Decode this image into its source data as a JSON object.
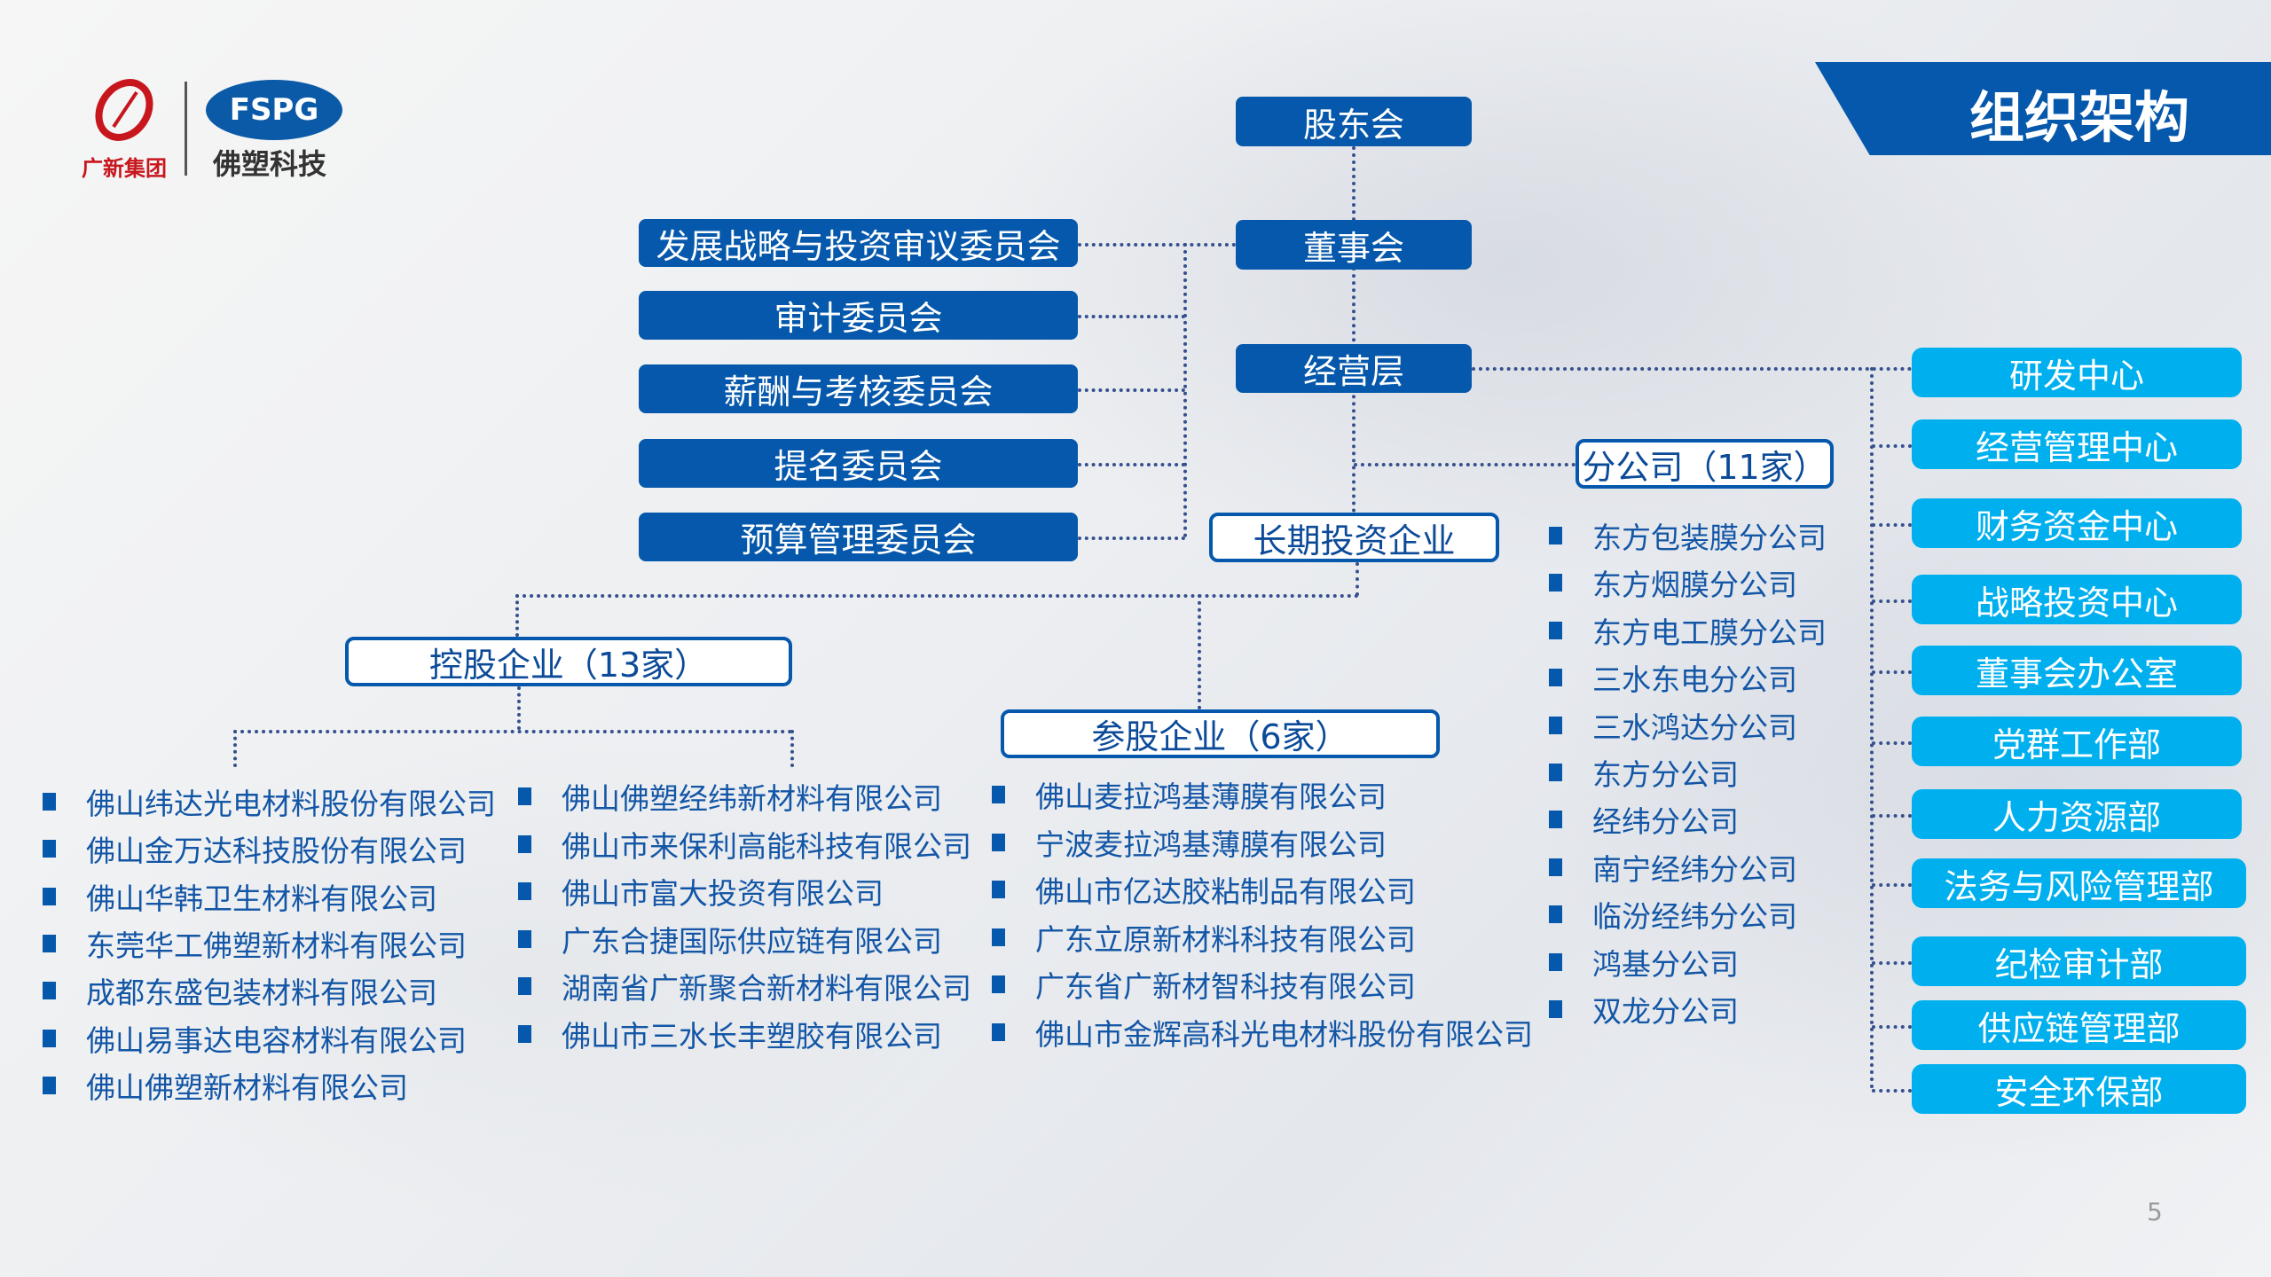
{
  "logo": {
    "group_name": "广新集团",
    "brand_abbr": "FSPG",
    "brand_name": "佛塑科技"
  },
  "title": "组织架构",
  "page_number": "5",
  "top": {
    "shareholders": "股东会",
    "board": "董事会",
    "management": "经营层"
  },
  "committees": [
    "发展战略与投资审议委员会",
    "审计委员会",
    "薪酬与考核委员会",
    "提名委员会",
    "预算管理委员会"
  ],
  "long_term_investment": "长期投资企业",
  "branches": {
    "title": "分公司（11家）",
    "items": [
      "东方包装膜分公司",
      "东方烟膜分公司",
      "东方电工膜分公司",
      "三水东电分公司",
      "三水鸿达分公司",
      "东方分公司",
      "经纬分公司",
      "南宁经纬分公司",
      "临汾经纬分公司",
      "鸿基分公司",
      "双龙分公司"
    ]
  },
  "holding": {
    "title": "控股企业（13家）",
    "col1": [
      "佛山纬达光电材料股份有限公司",
      "佛山金万达科技股份有限公司",
      "佛山华韩卫生材料有限公司",
      "东莞华工佛塑新材料有限公司",
      "成都东盛包装材料有限公司",
      "佛山易事达电容材料有限公司",
      "佛山佛塑新材料有限公司"
    ],
    "col2": [
      "佛山佛塑经纬新材料有限公司",
      "佛山市来保利高能科技有限公司",
      "佛山市富大投资有限公司",
      "广东合捷国际供应链有限公司",
      "湖南省广新聚合新材料有限公司",
      "佛山市三水长丰塑胶有限公司"
    ]
  },
  "associates": {
    "title": "参股企业（6家）",
    "items": [
      "佛山麦拉鸿基薄膜有限公司",
      "宁波麦拉鸿基薄膜有限公司",
      "佛山市亿达胶粘制品有限公司",
      "广东立原新材料科技有限公司",
      "广东省广新材智科技有限公司",
      "佛山市金辉高科光电材料股份有限公司"
    ]
  },
  "departments": [
    "研发中心",
    "经营管理中心",
    "财务资金中心",
    "战略投资中心",
    "董事会办公室",
    "党群工作部",
    "人力资源部",
    "法务与风险管理部",
    "纪检审计部",
    "供应链管理部",
    "安全环保部"
  ],
  "colors": {
    "dark_blue": "#0558ab",
    "light_blue": "#00b0ee",
    "text_blue": "#1356a6",
    "logo_red": "#c8161d"
  }
}
